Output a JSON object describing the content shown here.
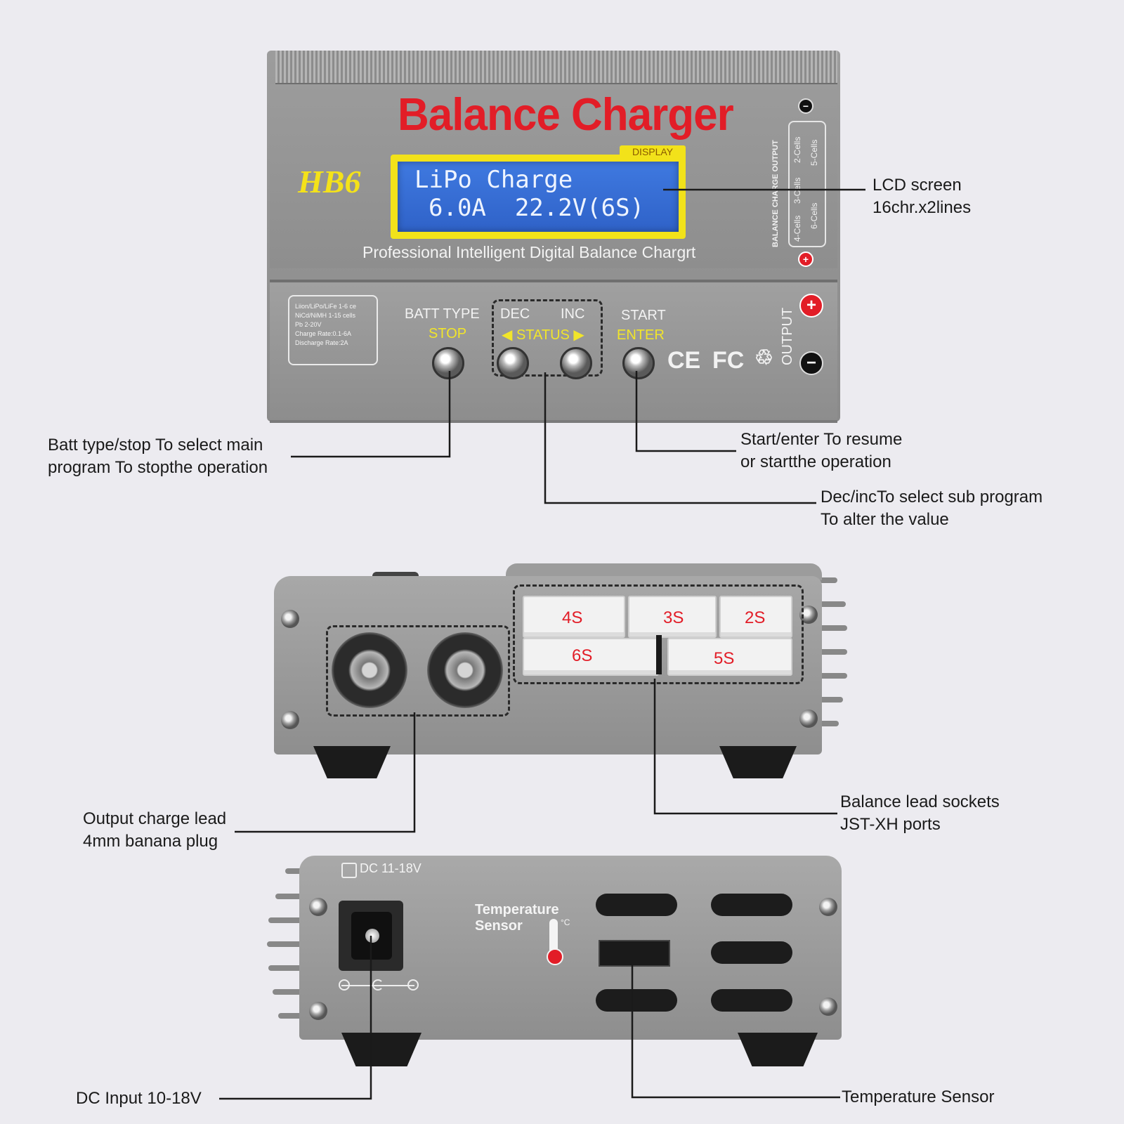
{
  "device": {
    "brand_title": "Balance Charger",
    "model": "HB6",
    "display_tag": "DISPLAY",
    "lcd_line1": "LiPo Charge",
    "lcd_line2": "6.0A  22.2V(6S)",
    "tagline": "Professional Intelligent Digital Balance Chargrt",
    "specs": [
      "Liion/LiPo/LiFe 1-6 ce",
      "NiCd/NiMH 1-15 cells",
      "Pb 2-20V",
      "Charge Rate:0.1-6A",
      "Discharge Rate:2A"
    ],
    "buttons": {
      "batt_type": "BATT TYPE",
      "stop": "STOP",
      "dec": "DEC",
      "inc": "INC",
      "status": "◀ STATUS ▶",
      "start": "START",
      "enter": "ENTER"
    },
    "certs": {
      "ce": "CE",
      "fc": "FC",
      "weee": "♲"
    },
    "output_label": "OUTPUT",
    "plus": "+",
    "minus": "−",
    "balance_output_label": "BALANCE CHARGE OUTPUT",
    "balance_cells": [
      "2-Cells",
      "3-Cells",
      "4-Cells",
      "5-Cells",
      "6-Cells"
    ],
    "ports": [
      "4S",
      "3S",
      "2S",
      "6S",
      "5S"
    ],
    "dc_label": "DC 11-18V",
    "temp_label_line1": "Temperature",
    "temp_label_line2": "Sensor",
    "celsius": "°C"
  },
  "callouts": {
    "lcd": [
      "LCD screen",
      "16chr.x2lines"
    ],
    "batt_stop": [
      "Batt type/stop To select main",
      "program To stopthe operation"
    ],
    "start_enter": [
      "Start/enter To resume",
      "or startthe operation"
    ],
    "dec_inc": [
      "Dec/incTo select sub program",
      "To alter the value"
    ],
    "output_lead": [
      "Output charge lead",
      "4mm banana plug"
    ],
    "balance_sockets": [
      "Balance lead sockets",
      "JST-XH ports"
    ],
    "dc_input": "DC Input 10-18V",
    "temp_sensor": "Temperature Sensor"
  },
  "colors": {
    "title_red": "#e21d27",
    "model_yellow": "#f4e21a",
    "lcd_blue": "#3f79e0",
    "panel_gray": "#959595",
    "background": "#ecebf0"
  }
}
